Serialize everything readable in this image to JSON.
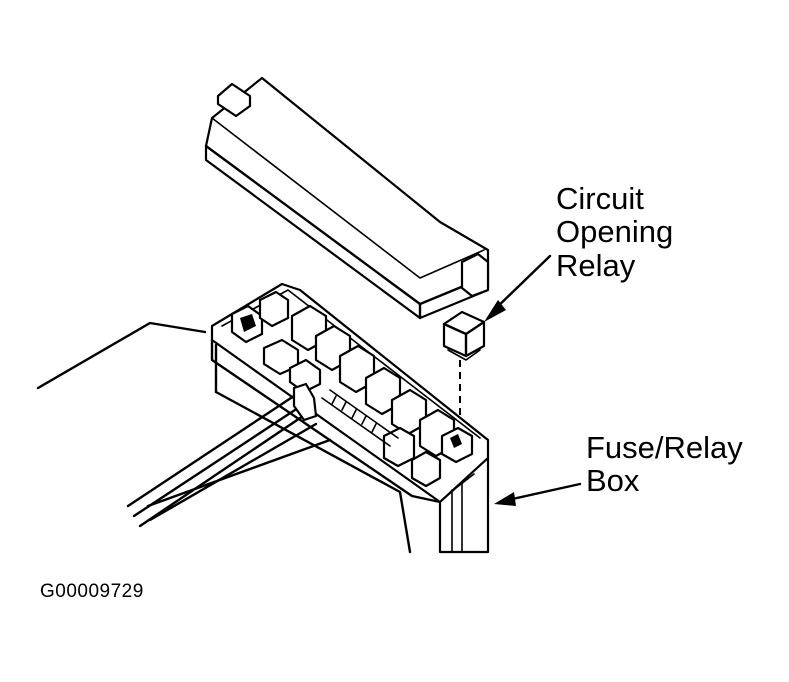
{
  "labels": {
    "relay": [
      "Circuit",
      "Opening",
      "Relay"
    ],
    "box": [
      "Fuse/Relay",
      "Box"
    ],
    "figure_id": "G00009729"
  },
  "colors": {
    "ink": "#000000",
    "paper": "#ffffff"
  }
}
